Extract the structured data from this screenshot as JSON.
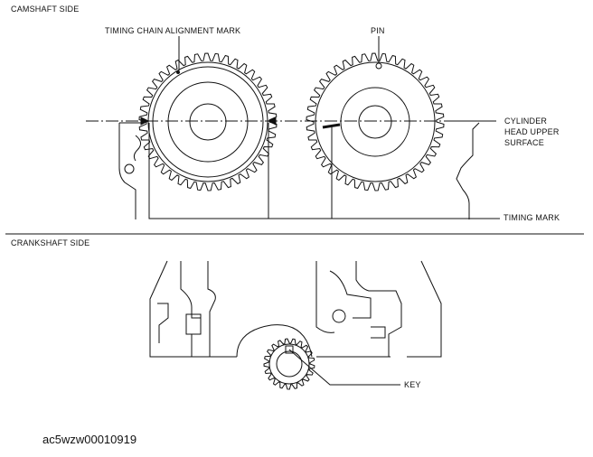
{
  "figure": {
    "sections": {
      "camshaft": "CAMSHAFT SIDE",
      "crankshaft": "CRANKSHAFT SIDE"
    },
    "callouts": {
      "alignment_mark": "TIMING CHAIN ALIGNMENT MARK",
      "pin": "PIN",
      "cylinder_head_line1": "CYLINDER",
      "cylinder_head_line2": "HEAD UPPER",
      "cylinder_head_line3": "SURFACE",
      "timing_mark": "TIMING MARK",
      "key": "KEY"
    },
    "image_code": "ac5wzw00010919"
  },
  "style": {
    "line_color": "#111111",
    "background": "#ffffff"
  }
}
